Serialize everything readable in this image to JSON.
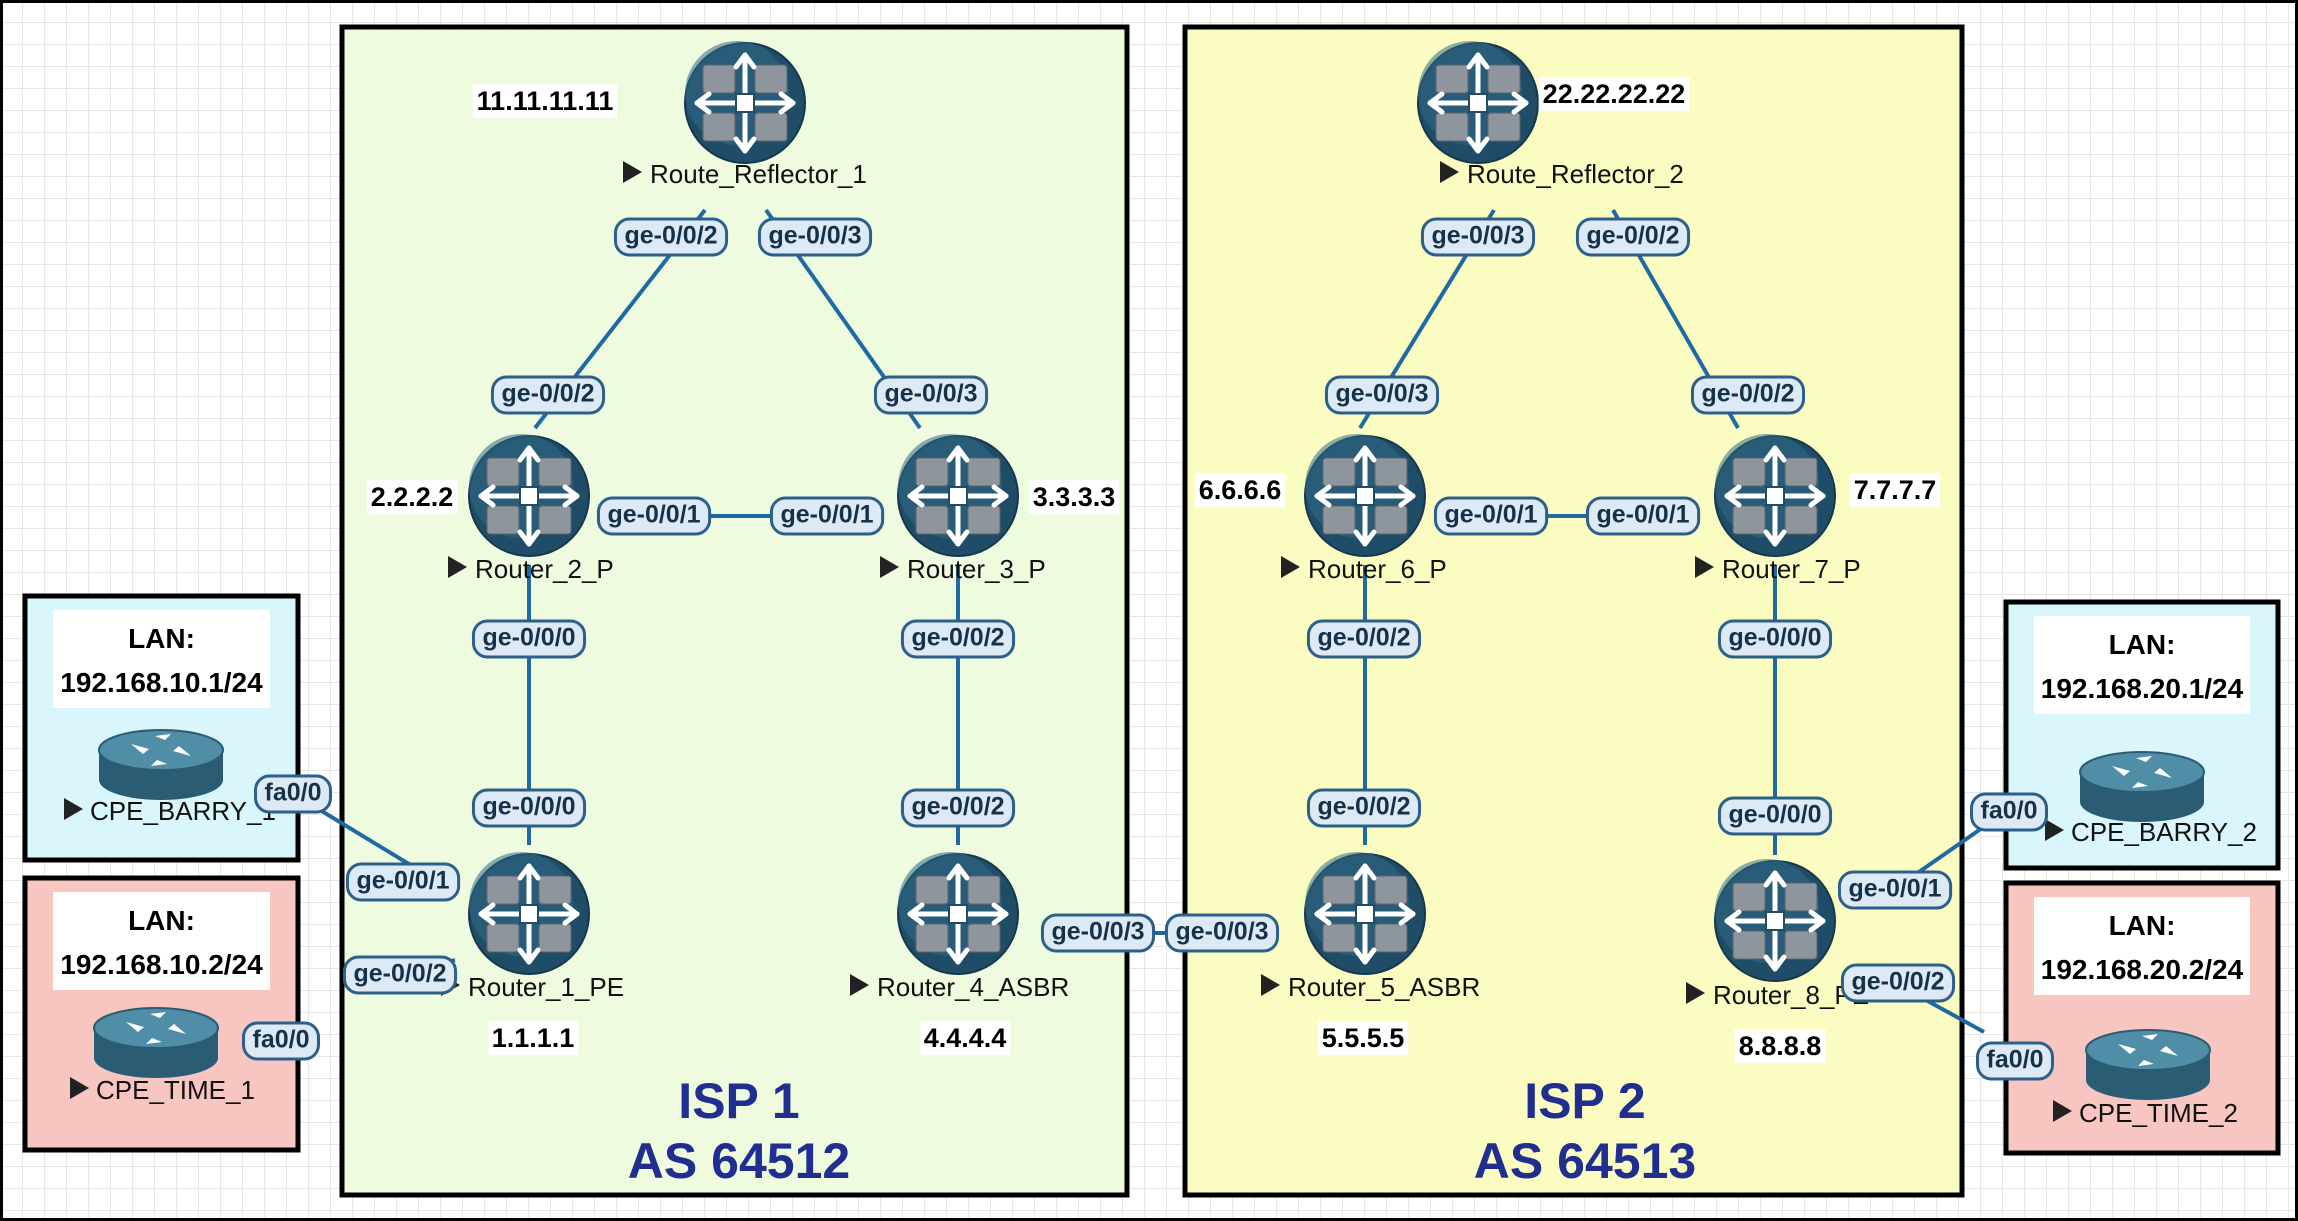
{
  "colors": {
    "isp1_fill": "#eefbdf",
    "isp2_fill": "#fbfcc2",
    "cpe_barry_fill": "#d8f6fb",
    "cpe_time_fill": "#f7c6c0",
    "link": "#1f6aa3",
    "label_fill": "#ddeaf5",
    "label_border": "#2c5f8a",
    "isp_title": "#1f2e8f",
    "juniper_dark": "#1f4d68",
    "cisco_dark": "#2f6d84"
  },
  "isps": [
    {
      "id": "isp1",
      "line1": "ISP 1",
      "line2": "AS 64512"
    },
    {
      "id": "isp2",
      "line1": "ISP 2",
      "line2": "AS 64513"
    }
  ],
  "routers": [
    {
      "id": "rr1",
      "name": "Route_Reflector_1",
      "ip": "11.11.11.11",
      "icon": "juniper-router-icon"
    },
    {
      "id": "r2",
      "name": "Router_2_P",
      "ip": "2.2.2.2",
      "icon": "juniper-router-icon"
    },
    {
      "id": "r3",
      "name": "Router_3_P",
      "ip": "3.3.3.3",
      "icon": "juniper-router-icon"
    },
    {
      "id": "r1",
      "name": "Router_1_PE",
      "ip": "1.1.1.1",
      "icon": "juniper-router-icon"
    },
    {
      "id": "r4",
      "name": "Router_4_ASBR",
      "ip": "4.4.4.4",
      "icon": "juniper-router-icon"
    },
    {
      "id": "rr2",
      "name": "Route_Reflector_2",
      "ip": "22.22.22.22",
      "icon": "juniper-router-icon"
    },
    {
      "id": "r6",
      "name": "Router_6_P",
      "ip": "6.6.6.6",
      "icon": "juniper-router-icon"
    },
    {
      "id": "r7",
      "name": "Router_7_P",
      "ip": "7.7.7.7",
      "icon": "juniper-router-icon"
    },
    {
      "id": "r5",
      "name": "Router_5_ASBR",
      "ip": "5.5.5.5",
      "icon": "juniper-router-icon"
    },
    {
      "id": "r8",
      "name": "Router_8_PE",
      "ip": "8.8.8.8",
      "icon": "juniper-router-icon"
    }
  ],
  "cpes": [
    {
      "id": "cpe_barry_1",
      "name": "CPE_BARRY_1",
      "lan_title": "LAN:",
      "lan": "192.168.10.1/24",
      "kind": "barry",
      "icon": "cisco-router-icon"
    },
    {
      "id": "cpe_time_1",
      "name": "CPE_TIME_1",
      "lan_title": "LAN:",
      "lan": "192.168.10.2/24",
      "kind": "time",
      "icon": "cisco-router-icon"
    },
    {
      "id": "cpe_barry_2",
      "name": "CPE_BARRY_2",
      "lan_title": "LAN:",
      "lan": "192.168.20.1/24",
      "kind": "barry",
      "icon": "cisco-router-icon"
    },
    {
      "id": "cpe_time_2",
      "name": "CPE_TIME_2",
      "lan_title": "LAN:",
      "lan": "192.168.20.2/24",
      "kind": "time",
      "icon": "cisco-router-icon"
    }
  ],
  "links": [
    {
      "id": "rr1-r2",
      "labels": [
        "ge-0/0/2",
        "ge-0/0/2"
      ]
    },
    {
      "id": "rr1-r3",
      "labels": [
        "ge-0/0/3",
        "ge-0/0/3"
      ]
    },
    {
      "id": "r2-r3",
      "labels": [
        "ge-0/0/1",
        "ge-0/0/1"
      ]
    },
    {
      "id": "r2-r1",
      "labels": [
        "ge-0/0/0",
        "ge-0/0/0"
      ]
    },
    {
      "id": "r3-r4",
      "labels": [
        "ge-0/0/2",
        "ge-0/0/2"
      ]
    },
    {
      "id": "r4-r5",
      "labels": [
        "ge-0/0/3",
        "ge-0/0/3"
      ]
    },
    {
      "id": "rr2-r6",
      "labels": [
        "ge-0/0/3",
        "ge-0/0/3"
      ]
    },
    {
      "id": "rr2-r7",
      "labels": [
        "ge-0/0/2",
        "ge-0/0/2"
      ]
    },
    {
      "id": "r6-r7",
      "labels": [
        "ge-0/0/1",
        "ge-0/0/1"
      ]
    },
    {
      "id": "r6-r5",
      "labels": [
        "ge-0/0/2",
        "ge-0/0/2"
      ]
    },
    {
      "id": "r7-r8",
      "labels": [
        "ge-0/0/0",
        "ge-0/0/0"
      ]
    },
    {
      "id": "cpeb1-r1",
      "labels": [
        "fa0/0",
        "ge-0/0/1"
      ]
    },
    {
      "id": "cpet1-r1",
      "labels": [
        "fa0/0",
        "ge-0/0/2"
      ]
    },
    {
      "id": "cpeb2-r8",
      "labels": [
        "fa0/0",
        "ge-0/0/1"
      ]
    },
    {
      "id": "cpet2-r8",
      "labels": [
        "fa0/0",
        "ge-0/0/2"
      ]
    }
  ]
}
